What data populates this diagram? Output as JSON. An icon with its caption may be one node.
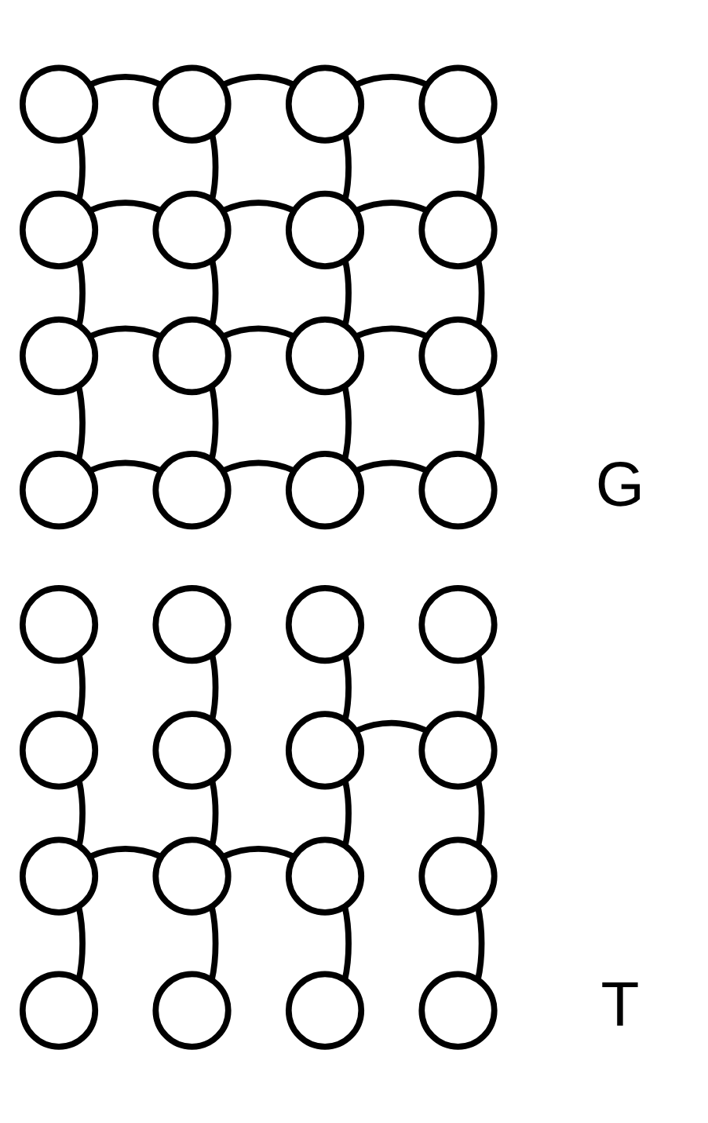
{
  "diagram": {
    "nodes": [
      {
        "text": [],
        "shape": "circle"
      },
      {
        "text": [],
        "shape": "circle"
      },
      {
        "text": [],
        "shape": "circle"
      },
      {
        "text": [],
        "shape": "circle"
      },
      {
        "text": [],
        "shape": "circle"
      },
      {
        "text": [],
        "shape": "circle"
      },
      {
        "text": [],
        "shape": "circle"
      },
      {
        "text": [],
        "shape": "circle"
      },
      {
        "text": [],
        "shape": "circle"
      },
      {
        "text": [],
        "shape": "circle"
      },
      {
        "text": [],
        "shape": "circle"
      },
      {
        "text": [],
        "shape": "circle"
      },
      {
        "text": [],
        "shape": "circle"
      },
      {
        "text": [],
        "shape": "circle"
      },
      {
        "text": [],
        "shape": "circle"
      },
      {
        "text": [],
        "shape": "circle"
      },
      {
        "text": [],
        "shape": "circle"
      },
      {
        "text": [],
        "shape": "circle"
      },
      {
        "text": [],
        "shape": "circle"
      },
      {
        "text": [],
        "shape": "circle"
      },
      {
        "text": [],
        "shape": "circle"
      },
      {
        "text": [],
        "shape": "circle"
      },
      {
        "text": [],
        "shape": "circle"
      },
      {
        "text": [],
        "shape": "circle"
      },
      {
        "text": [],
        "shape": "circle"
      },
      {
        "text": [],
        "shape": "circle"
      },
      {
        "text": [],
        "shape": "circle"
      },
      {
        "text": [],
        "shape": "circle"
      },
      {
        "text": [],
        "shape": "circle"
      },
      {
        "text": [],
        "shape": "circle"
      },
      {
        "text": [],
        "shape": "circle"
      },
      {
        "text": [],
        "shape": "circle"
      }
    ],
    "edges": [
      {
        "from": 0,
        "to": 1,
        "arrow": "none"
      },
      {
        "from": 1,
        "to": 2,
        "arrow": "none"
      },
      {
        "from": 2,
        "to": 3,
        "arrow": "none"
      },
      {
        "from": 0,
        "to": 4,
        "arrow": "none"
      },
      {
        "from": 1,
        "to": 5,
        "arrow": "none"
      },
      {
        "from": 2,
        "to": 6,
        "arrow": "none"
      },
      {
        "from": 3,
        "to": 7,
        "arrow": "none"
      },
      {
        "from": 4,
        "to": 5,
        "arrow": "none"
      },
      {
        "from": 5,
        "to": 6,
        "arrow": "none"
      },
      {
        "from": 6,
        "to": 7,
        "arrow": "none"
      },
      {
        "from": 4,
        "to": 8,
        "arrow": "none"
      },
      {
        "from": 5,
        "to": 9,
        "arrow": "none"
      },
      {
        "from": 6,
        "to": 10,
        "arrow": "none"
      },
      {
        "from": 7,
        "to": 11,
        "arrow": "none"
      },
      {
        "from": 8,
        "to": 9,
        "arrow": "none"
      },
      {
        "from": 9,
        "to": 10,
        "arrow": "none"
      },
      {
        "from": 10,
        "to": 11,
        "arrow": "none"
      },
      {
        "from": 8,
        "to": 12,
        "arrow": "none"
      },
      {
        "from": 9,
        "to": 13,
        "arrow": "none"
      },
      {
        "from": 10,
        "to": 14,
        "arrow": "none"
      },
      {
        "from": 11,
        "to": 15,
        "arrow": "none"
      },
      {
        "from": 12,
        "to": 13,
        "arrow": "none"
      },
      {
        "from": 13,
        "to": 14,
        "arrow": "none"
      },
      {
        "from": 14,
        "to": 15,
        "arrow": "none"
      },
      {
        "from": 16,
        "to": 20,
        "arrow": "none"
      },
      {
        "from": 17,
        "to": 21,
        "arrow": "none"
      },
      {
        "from": 18,
        "to": 22,
        "arrow": "none"
      },
      {
        "from": 19,
        "to": 23,
        "arrow": "none"
      },
      {
        "from": 22,
        "to": 23,
        "arrow": "none"
      },
      {
        "from": 20,
        "to": 24,
        "arrow": "none"
      },
      {
        "from": 21,
        "to": 25,
        "arrow": "none"
      },
      {
        "from": 22,
        "to": 26,
        "arrow": "none"
      },
      {
        "from": 23,
        "to": 27,
        "arrow": "none"
      },
      {
        "from": 24,
        "to": 25,
        "arrow": "none"
      },
      {
        "from": 25,
        "to": 26,
        "arrow": "none"
      },
      {
        "from": 24,
        "to": 28,
        "arrow": "none"
      },
      {
        "from": 25,
        "to": 29,
        "arrow": "none"
      },
      {
        "from": 26,
        "to": 30,
        "arrow": "none"
      },
      {
        "from": 27,
        "to": 31,
        "arrow": "none"
      }
    ],
    "labels": [
      "G",
      "T"
    ]
  }
}
